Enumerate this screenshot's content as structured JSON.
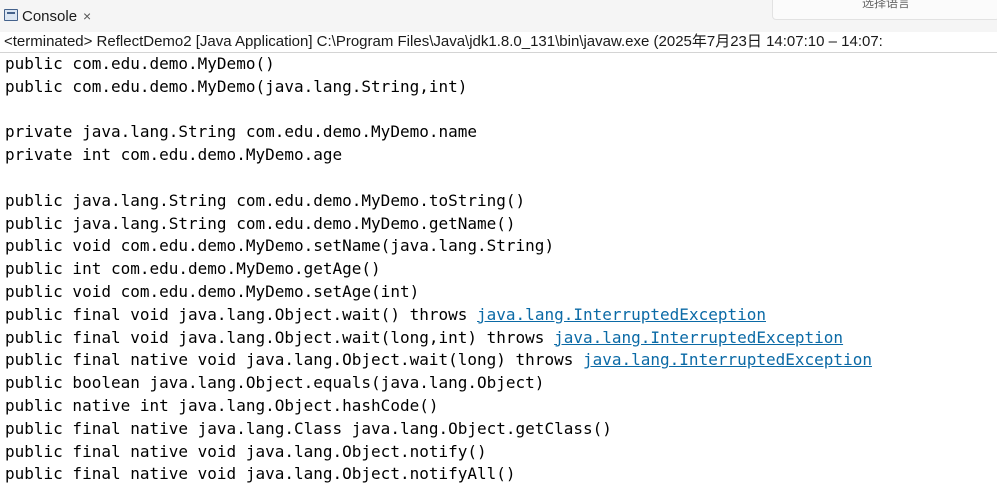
{
  "tab": {
    "label": "Console",
    "close": "×"
  },
  "lang_button": {
    "label": "选择语言"
  },
  "status": {
    "text": "<terminated> ReflectDemo2 [Java Application] C:\\Program Files\\Java\\jdk1.8.0_131\\bin\\javaw.exe  (2025年7月23日 14:07:10 – 14:07:"
  },
  "colors": {
    "link": "#0b6aa6",
    "tab_bar": "#f5f5f5"
  },
  "lines": [
    {
      "text": "public com.edu.demo.MyDemo()",
      "link": ""
    },
    {
      "text": "public com.edu.demo.MyDemo(java.lang.String,int)",
      "link": ""
    },
    {
      "text": "",
      "link": ""
    },
    {
      "text": "private java.lang.String com.edu.demo.MyDemo.name",
      "link": ""
    },
    {
      "text": "private int com.edu.demo.MyDemo.age",
      "link": ""
    },
    {
      "text": "",
      "link": ""
    },
    {
      "text": "public java.lang.String com.edu.demo.MyDemo.toString()",
      "link": ""
    },
    {
      "text": "public java.lang.String com.edu.demo.MyDemo.getName()",
      "link": ""
    },
    {
      "text": "public void com.edu.demo.MyDemo.setName(java.lang.String)",
      "link": ""
    },
    {
      "text": "public int com.edu.demo.MyDemo.getAge()",
      "link": ""
    },
    {
      "text": "public void com.edu.demo.MyDemo.setAge(int)",
      "link": ""
    },
    {
      "text": "public final void java.lang.Object.wait() throws ",
      "link": "java.lang.InterruptedException"
    },
    {
      "text": "public final void java.lang.Object.wait(long,int) throws ",
      "link": "java.lang.InterruptedException"
    },
    {
      "text": "public final native void java.lang.Object.wait(long) throws ",
      "link": "java.lang.InterruptedException"
    },
    {
      "text": "public boolean java.lang.Object.equals(java.lang.Object)",
      "link": ""
    },
    {
      "text": "public native int java.lang.Object.hashCode()",
      "link": ""
    },
    {
      "text": "public final native java.lang.Class java.lang.Object.getClass()",
      "link": ""
    },
    {
      "text": "public final native void java.lang.Object.notify()",
      "link": ""
    },
    {
      "text": "public final native void java.lang.Object.notifyAll()",
      "link": ""
    }
  ]
}
